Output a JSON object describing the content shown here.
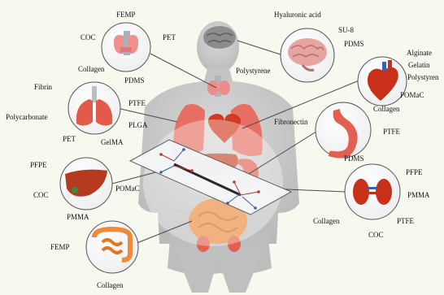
{
  "thyroid": {
    "labels": [
      "FEMP",
      "COC",
      "PET",
      "Collagen",
      "PDMS"
    ]
  },
  "brain": {
    "labels": [
      "Hyaluronic acid",
      "SU-8",
      "PDMS",
      "Polystyrene"
    ]
  },
  "heart": {
    "labels": [
      "Alginate",
      "Gelatin",
      "Polystyren",
      "POMaC"
    ]
  },
  "lungs": {
    "labels": [
      "Fibrin",
      "PTFE",
      "Polycarbonate",
      "PLGA",
      "PET",
      "GelMA"
    ]
  },
  "stomach": {
    "labels": [
      "Collagen",
      "Fibronectin",
      "PTFE",
      "PDMS"
    ]
  },
  "liver": {
    "labels": [
      "PFPE",
      "COC",
      "POMaC",
      "PMMA"
    ]
  },
  "kidney": {
    "labels": [
      "PFPE",
      "PMMA",
      "Collagen",
      "PTFE",
      "COC"
    ]
  },
  "intestine": {
    "labels": [
      "FEMP",
      "Collagen"
    ]
  },
  "colors": {
    "background": "#f6f9ee",
    "silhouette": "#c9c9c9",
    "organ_red": "#d23b22",
    "liver_brown": "#b53a1f",
    "brain_gray": "#9a9a9a",
    "thyroid_pink": "#ef8f8f",
    "intestine_orange": "#f08a3a",
    "chip_line_black": "#2a2a2a",
    "chip_line_red": "#c0392b",
    "chip_line_blue": "#3a63a8"
  }
}
